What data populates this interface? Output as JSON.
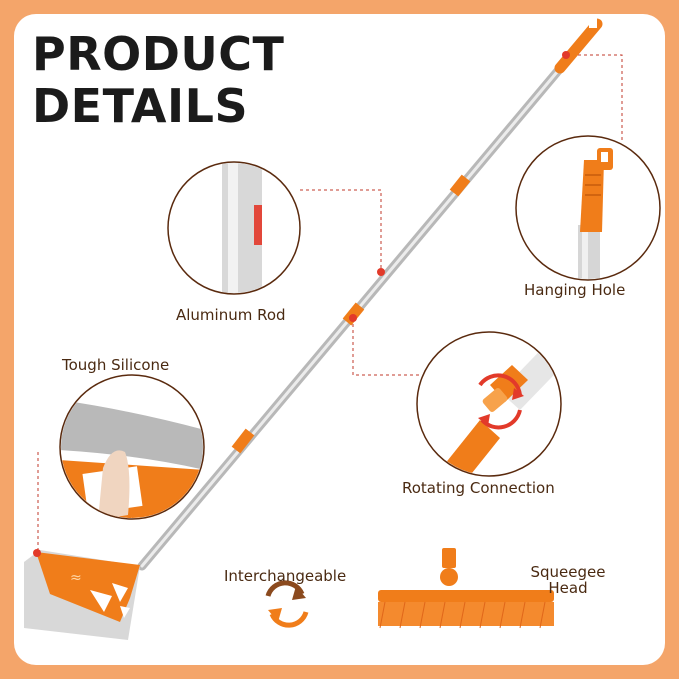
{
  "title": {
    "line1": "PRODUCT",
    "line2": "DETAILS"
  },
  "labels": {
    "aluminum_rod": "Aluminum Rod",
    "tough_silicone": "Tough Silicone",
    "hanging_hole": "Hanging Hole",
    "rotating_connection": "Rotating Connection",
    "interchangeable": "Interchangeable",
    "squeegee_head_line1": "Squeegee",
    "squeegee_head_line2": "Head"
  },
  "colors": {
    "accent_orange": "#f07d1a",
    "background_orange": "#f4a56a",
    "marker_red": "#e23a2a",
    "text_brown": "#4a2a12"
  }
}
